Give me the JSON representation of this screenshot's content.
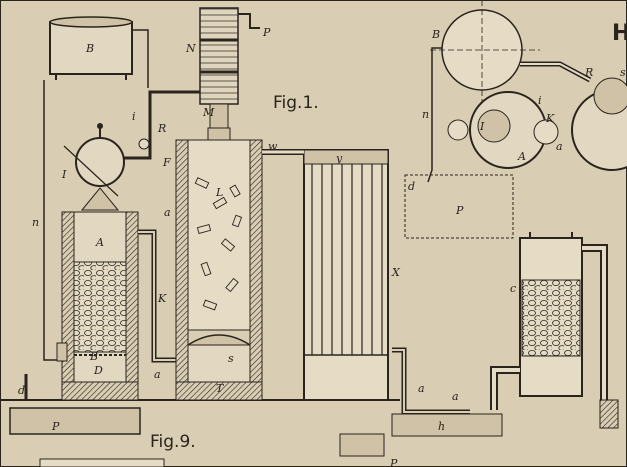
{
  "figures": {
    "fig1": "Fig.1.",
    "fig9": "Fig.9.",
    "edge_letter": "H"
  },
  "fig1_labels": {
    "tank_top": "B",
    "column_top": "N",
    "p_top": "P",
    "m": "M",
    "i_left": "i",
    "r_left": "R",
    "f": "F",
    "retort": "I",
    "n_left": "n",
    "generator": "A",
    "a_left": "a",
    "k": "K",
    "b_lower": "B",
    "d_lower": "D",
    "a_lower": "a",
    "s": "s",
    "l": "L",
    "t": "T",
    "w": "w",
    "y": "y",
    "x": "X",
    "d_left": "d",
    "p_bottom": "P"
  },
  "right_labels": {
    "b": "B",
    "n": "n",
    "r": "R",
    "i": "i",
    "s": "s",
    "i_roman": "I",
    "k": "K",
    "a_upper": "A",
    "a_lower": "a",
    "d": "d",
    "p": "P",
    "c": "c",
    "a_pipe": "a",
    "a_trough": "a",
    "h": "h",
    "bottom_partial": "P"
  }
}
